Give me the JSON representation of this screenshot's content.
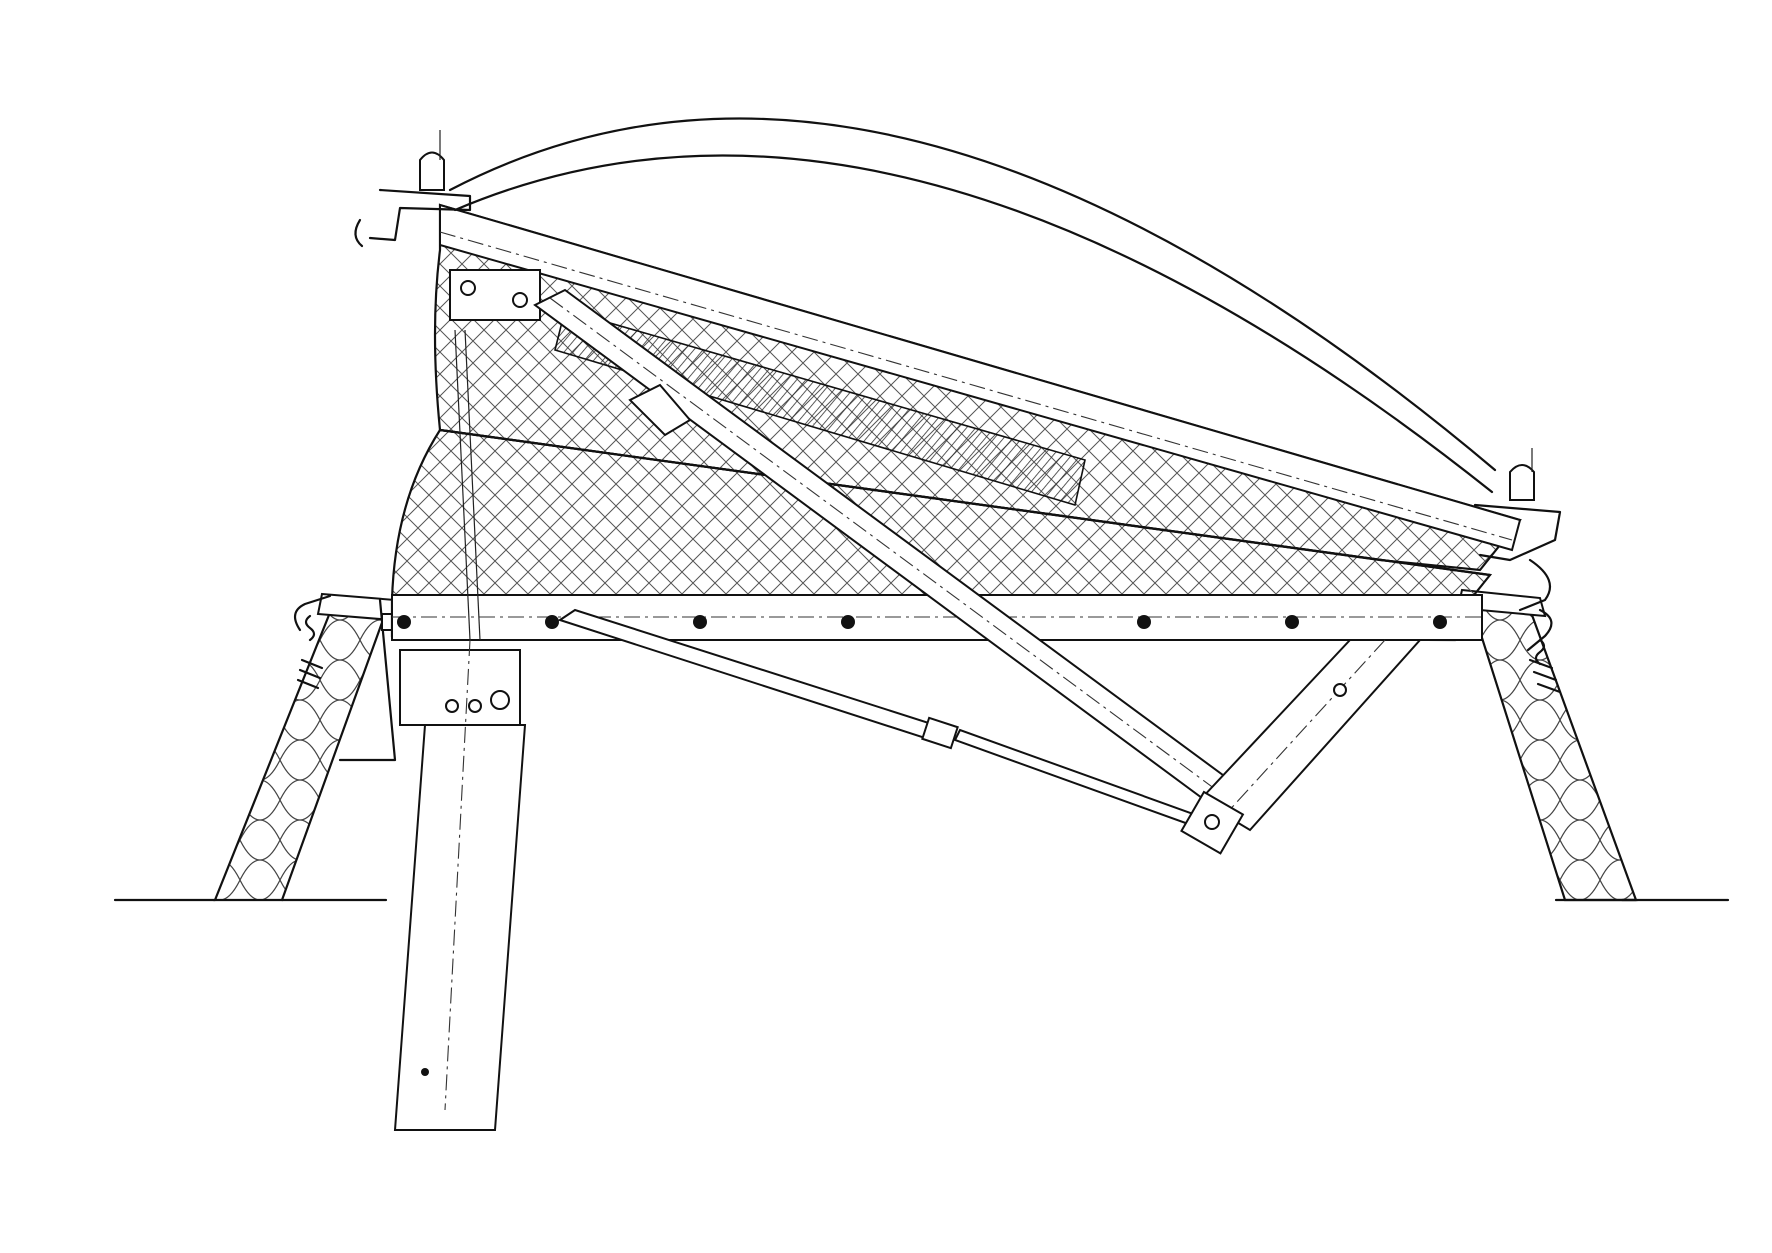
{
  "drawing": {
    "background": "#ffffff",
    "line_color": "#111111",
    "parts": [
      "dome",
      "sash",
      "upstand-left",
      "upstand-right",
      "actuator",
      "strut",
      "counterweight-arm",
      "roof-line"
    ]
  }
}
